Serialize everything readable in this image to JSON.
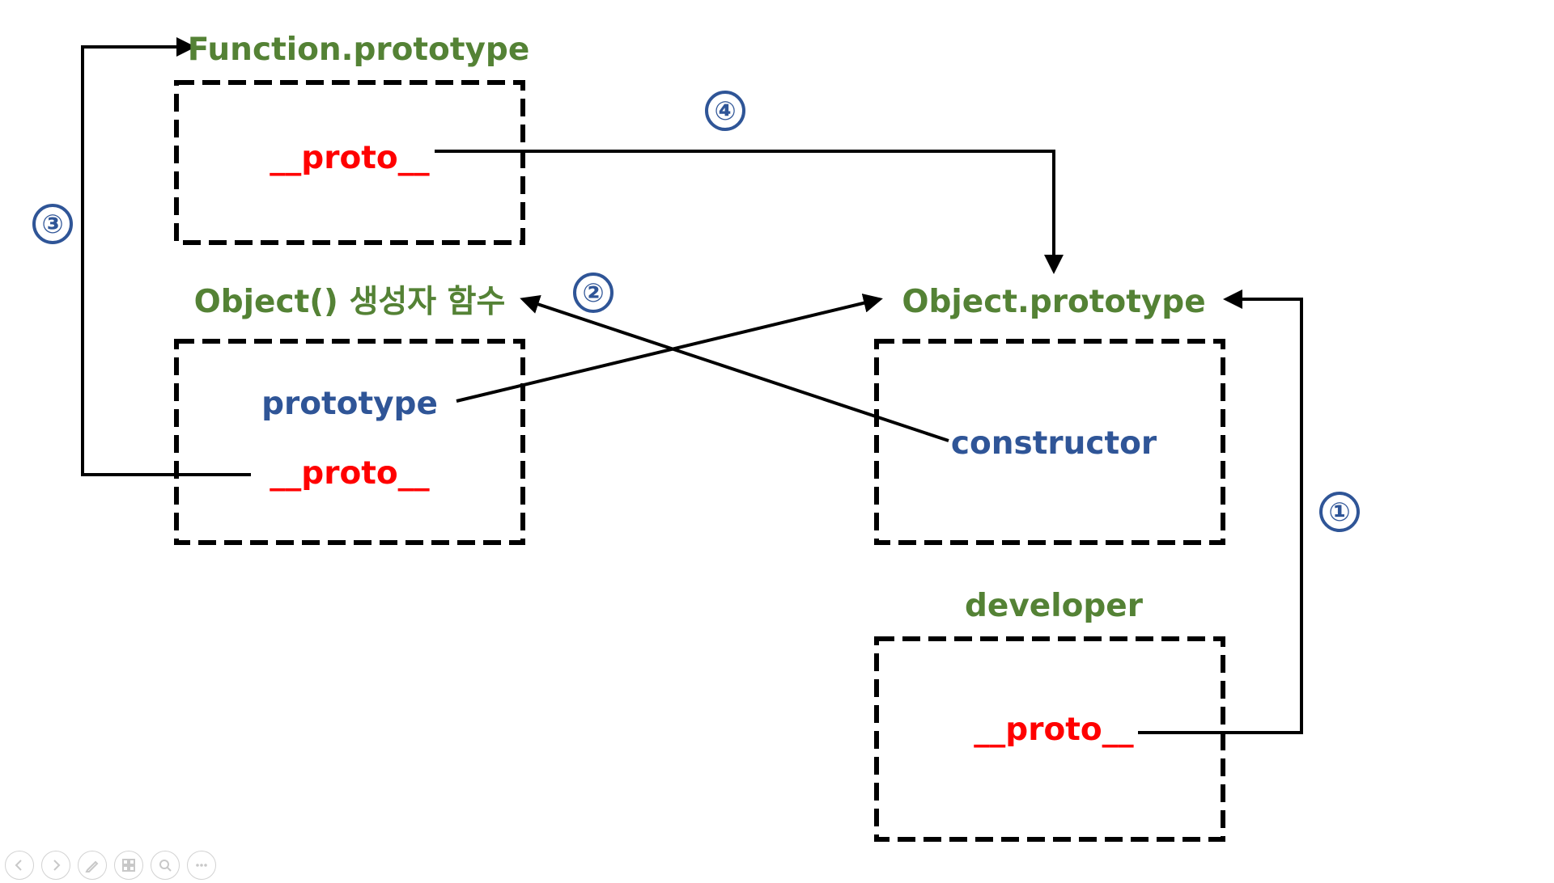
{
  "nodes": {
    "function_prototype": {
      "title": "Function.prototype",
      "members": [
        "__proto__"
      ]
    },
    "object_constructor": {
      "title": "Object() 생성자 함수",
      "members": [
        "prototype",
        "__proto__"
      ]
    },
    "object_prototype": {
      "title": "Object.prototype",
      "members": [
        "constructor"
      ]
    },
    "developer": {
      "title": "developer",
      "members": [
        "__proto__"
      ]
    }
  },
  "steps": [
    "①",
    "②",
    "③",
    "④"
  ],
  "colors": {
    "title": "#548235",
    "proto": "#ff0000",
    "property": "#2f5597",
    "badge": "#2f5597",
    "line": "#000000"
  },
  "toolbar": {
    "buttons": [
      "previous-slide-icon",
      "next-slide-icon",
      "pen-icon",
      "see-all-slides-icon",
      "zoom-icon",
      "more-options-icon"
    ]
  }
}
